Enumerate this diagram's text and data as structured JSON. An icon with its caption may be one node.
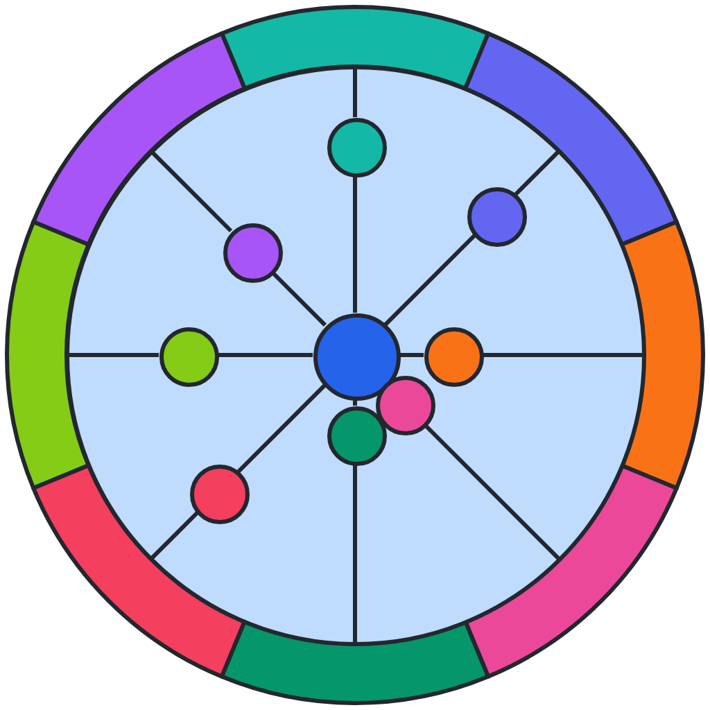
{
  "diagram": {
    "nodes": [
      {
        "text": [],
        "shape": "band"
      },
      {
        "text": [],
        "shape": "band"
      },
      {
        "text": [],
        "shape": "band"
      },
      {
        "text": [],
        "shape": "band"
      },
      {
        "text": [],
        "shape": "band"
      },
      {
        "text": [],
        "shape": "band"
      },
      {
        "text": [],
        "shape": "band"
      },
      {
        "text": [],
        "shape": "band"
      },
      {
        "text": [],
        "shape": "circle"
      },
      {
        "text": [],
        "shape": "circle",
        "in": 8
      },
      {
        "text": [],
        "shape": "circle",
        "in": 8
      },
      {
        "text": [],
        "shape": "circle",
        "in": 8
      },
      {
        "text": [],
        "shape": "circle",
        "in": 8
      },
      {
        "text": [],
        "shape": "circle",
        "in": 8
      },
      {
        "text": [],
        "shape": "circle",
        "in": 8
      },
      {
        "text": [],
        "shape": "circle",
        "in": 8
      },
      {
        "text": [],
        "shape": "circle",
        "in": 8
      },
      {
        "text": [],
        "shape": "circle",
        "in": 8
      }
    ],
    "edges": [
      {
        "from": 13,
        "to": 9,
        "arrow": "none"
      },
      {
        "from": 9,
        "to": 0,
        "arrow": "none"
      },
      {
        "from": 13,
        "to": 10,
        "arrow": "none"
      },
      {
        "from": 10,
        "to": 2,
        "arrow": "none"
      },
      {
        "from": 13,
        "to": 14,
        "arrow": "none"
      },
      {
        "from": 14,
        "to": 4,
        "arrow": "none"
      },
      {
        "from": 15,
        "to": 6,
        "arrow": "none"
      },
      {
        "from": 13,
        "to": 16,
        "arrow": "none"
      },
      {
        "from": 16,
        "to": 7,
        "arrow": "none"
      },
      {
        "from": 13,
        "to": 17,
        "arrow": "none"
      },
      {
        "from": 17,
        "to": 5,
        "arrow": "none"
      },
      {
        "from": 13,
        "to": 12,
        "arrow": "none"
      },
      {
        "from": 12,
        "to": 3,
        "arrow": "none"
      },
      {
        "from": 13,
        "to": 11,
        "arrow": "none"
      },
      {
        "from": 11,
        "to": 1,
        "arrow": "none"
      }
    ]
  }
}
